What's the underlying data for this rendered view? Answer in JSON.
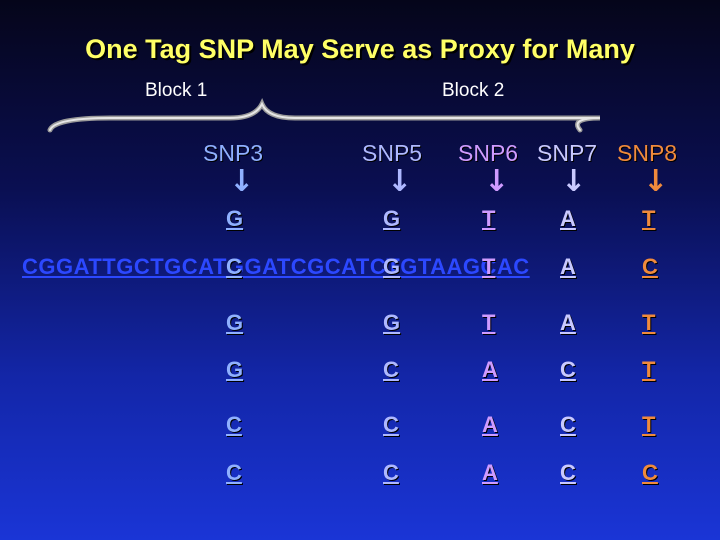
{
  "title": "One Tag SNP May Serve as Proxy for Many",
  "blocks": [
    "Block 1",
    "Block 2"
  ],
  "snps": [
    {
      "label": "SNP3",
      "color": "#8fb0ff"
    },
    {
      "label": "SNP5",
      "color": "#aeb8ff"
    },
    {
      "label": "SNP6",
      "color": "#cf9bff"
    },
    {
      "label": "SNP7",
      "color": "#c9c9ff"
    },
    {
      "label": "SNP8",
      "color": "#f08a3c"
    }
  ],
  "arrow_glyph": "↓",
  "haplotypes": [
    {
      "alleles": [
        "G",
        "G",
        "T",
        "A",
        "T"
      ]
    },
    {
      "sequence": "CGGATTGCTGCATGGATCGCATCTGTAAGCAC",
      "alleles": [
        "C",
        "G",
        "T",
        "A",
        "C"
      ]
    },
    {
      "alleles": [
        "G",
        "G",
        "T",
        "A",
        "T"
      ]
    },
    {
      "alleles": [
        "G",
        "C",
        "A",
        "C",
        "T"
      ]
    },
    {
      "alleles": [
        "C",
        "C",
        "A",
        "C",
        "T"
      ]
    },
    {
      "alleles": [
        "C",
        "C",
        "A",
        "C",
        "C"
      ]
    }
  ]
}
